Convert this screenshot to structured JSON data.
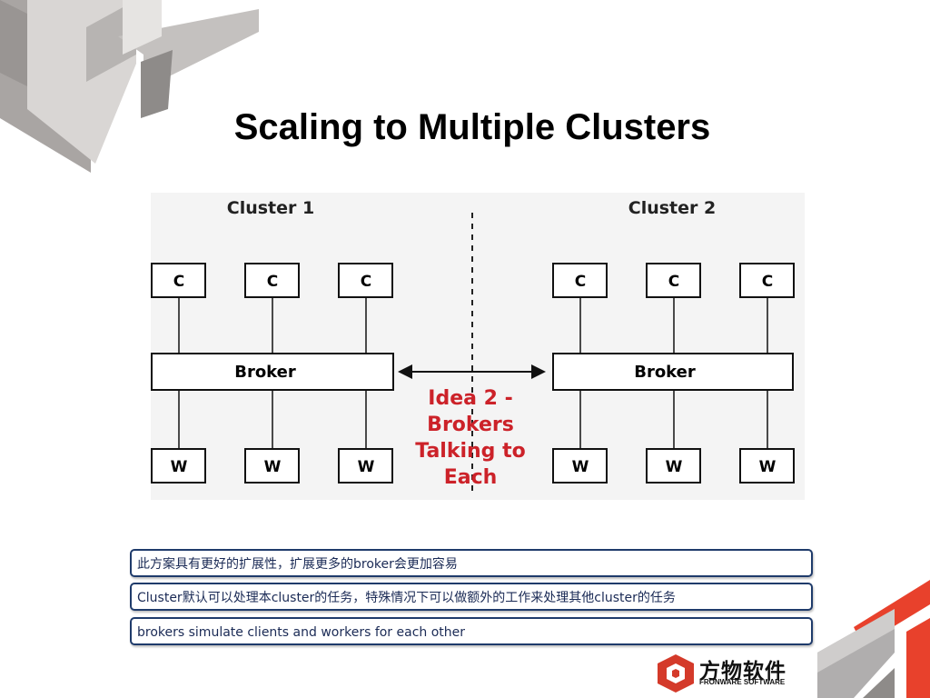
{
  "slide": {
    "title": "Scaling to Multiple Clusters"
  },
  "diagram": {
    "clusters": [
      {
        "label": "Cluster 1",
        "clients": [
          "C",
          "C",
          "C"
        ],
        "broker": "Broker",
        "workers": [
          "W",
          "W",
          "W"
        ]
      },
      {
        "label": "Cluster 2",
        "clients": [
          "C",
          "C",
          "C"
        ],
        "broker": "Broker",
        "workers": [
          "W",
          "W",
          "W"
        ]
      }
    ],
    "idea_lines": [
      "Idea 2 -",
      "Brokers",
      "Talking to",
      "Each"
    ],
    "colors": {
      "idea_text": "#cc2229",
      "box_border": "#000000",
      "diagram_bg": "#f2f2f2"
    }
  },
  "notes": [
    "此方案具有更好的扩展性，扩展更多的broker会更加容易",
    "Cluster默认可以处理本cluster的任务，特殊情况下可以做额外的工作来处理其他cluster的任务",
    "brokers simulate clients and workers for each other"
  ],
  "logo": {
    "name_cn": "方物软件",
    "name_en": "FRONWARE SOFTWARE"
  },
  "colors": {
    "note_border": "#1f3b6b",
    "deco_gray": "#9e9a98",
    "deco_red": "#e8412c"
  }
}
